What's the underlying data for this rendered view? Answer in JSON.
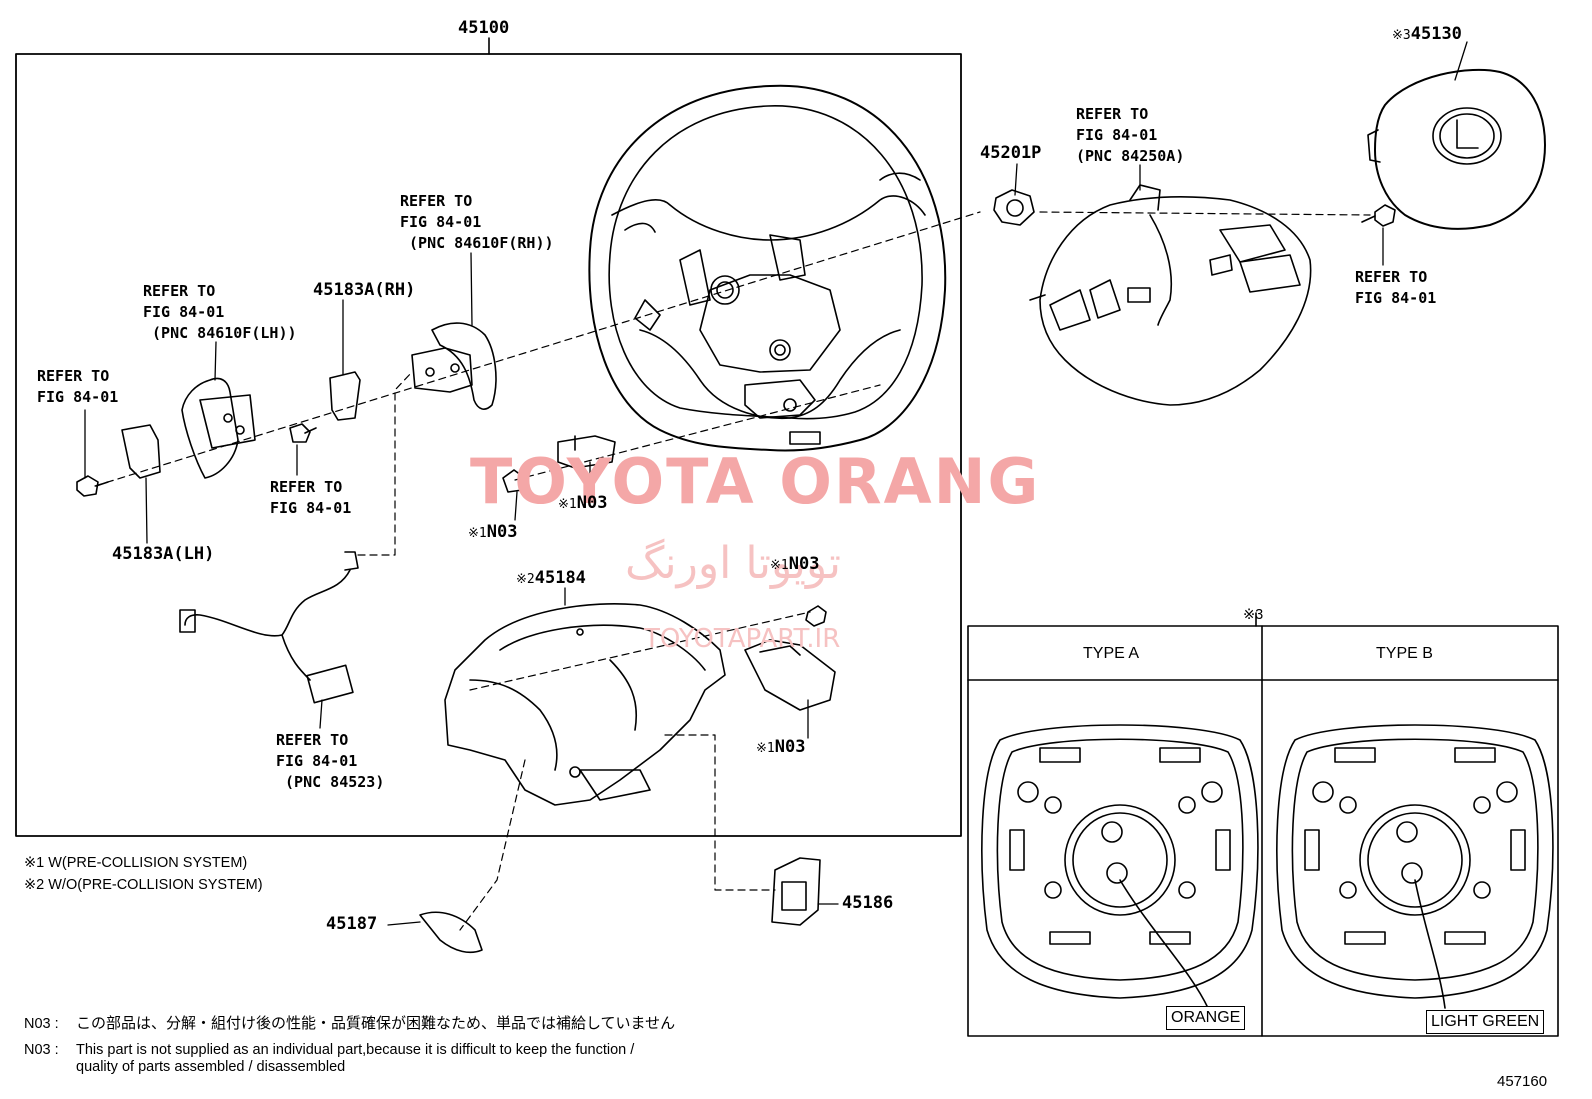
{
  "parts": {
    "p45100": "45100",
    "p45130": "45130",
    "p45201p": "45201P",
    "p45183a_rh": "45183A(RH)",
    "p45183a_lh": "45183A(LH)",
    "p45184": "45184",
    "p45186": "45186",
    "p45187": "45187",
    "n03_a": "N03",
    "n03_b": "N03",
    "n03_c": "N03",
    "n03_d": "N03"
  },
  "marks": {
    "m3_45130": "※3",
    "m2_45184": "※2",
    "m1_a": "※1",
    "m1_b": "※1",
    "m1_c": "※1",
    "m1_d": "※1",
    "m3_inset": "※3"
  },
  "refs": {
    "r_84250a": "REFER TO\nFIG 84-01\n(PNC 84250A)",
    "r_84610f_rh": "REFER TO\nFIG 84-01\n (PNC 84610F(RH))",
    "r_84610f_lh": "REFER TO\nFIG 84-01\n (PNC 84610F(LH))",
    "r_left": "REFER TO\nFIG 84-01",
    "r_screw_mid": "REFER TO\nFIG 84-01",
    "r_screw_right": "REFER TO\nFIG 84-01",
    "r_84523": "REFER TO\nFIG 84-01\n (PNC 84523)"
  },
  "notes": {
    "note1": "※1 W(PRE-COLLISION SYSTEM)",
    "note2": "※2 W/O(PRE-COLLISION SYSTEM)",
    "n03_jp_code": "N03 :",
    "n03_jp": "この部品は、分解・組付け後の性能・品質確保が困難なため、単品では補給していません",
    "n03_en_code": "N03 :",
    "n03_en_1": "This part is not supplied as an individual part,because it is difficult to keep the function /",
    "n03_en_2": "quality of parts assembled / disassembled"
  },
  "inset": {
    "type_a": "TYPE A",
    "type_b": "TYPE B",
    "orange": "ORANGE",
    "light_green": "LIGHT GREEN"
  },
  "watermark": {
    "main": "TOYOTA ORANG",
    "persian": "تویوتا اورنگ",
    "site": "TOYOTAPART.IR"
  },
  "diagram_number": "457160",
  "colors": {
    "line": "#000000",
    "watermark": "#f4a7a7",
    "watermark_light": "#f6c2c2"
  }
}
